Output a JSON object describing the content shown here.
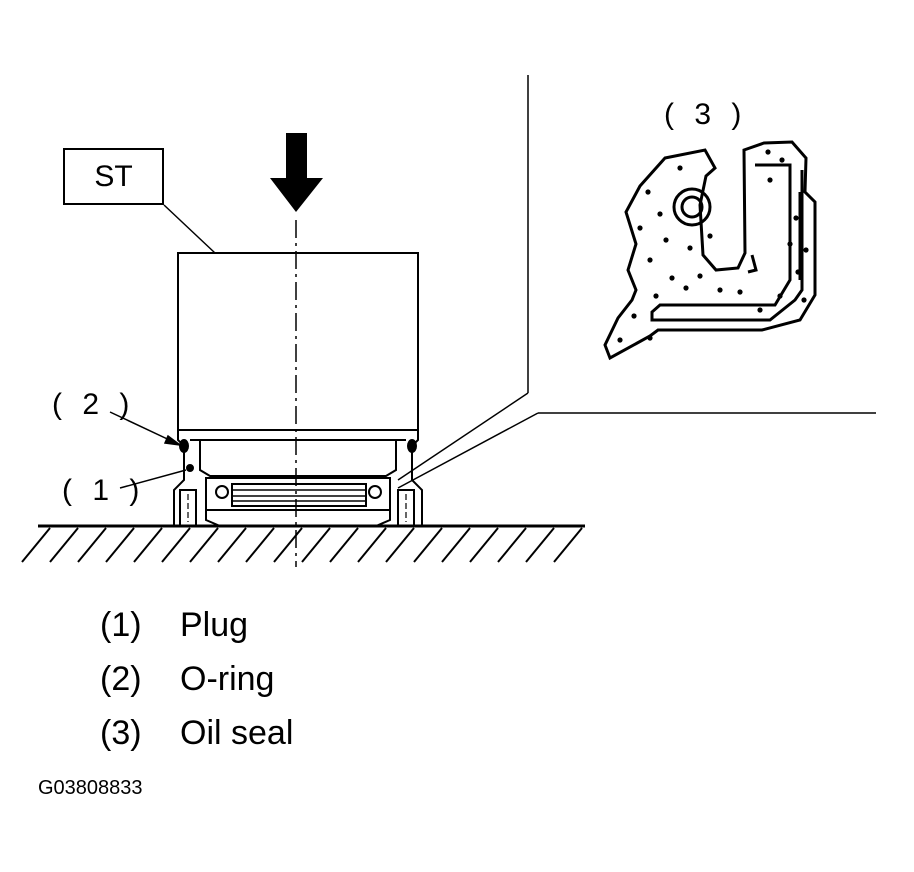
{
  "diagram": {
    "tool_label": "ST",
    "callouts": {
      "plug": "( 1 )",
      "o_ring": "( 2 )",
      "oil_seal": "( 3 )"
    }
  },
  "legend": {
    "items": [
      {
        "num": "(1)",
        "label": "Plug"
      },
      {
        "num": "(2)",
        "label": "O-ring"
      },
      {
        "num": "(3)",
        "label": "Oil seal"
      }
    ]
  },
  "figure_code": "G03808833",
  "colors": {
    "ink": "#000000",
    "paper": "#ffffff"
  }
}
